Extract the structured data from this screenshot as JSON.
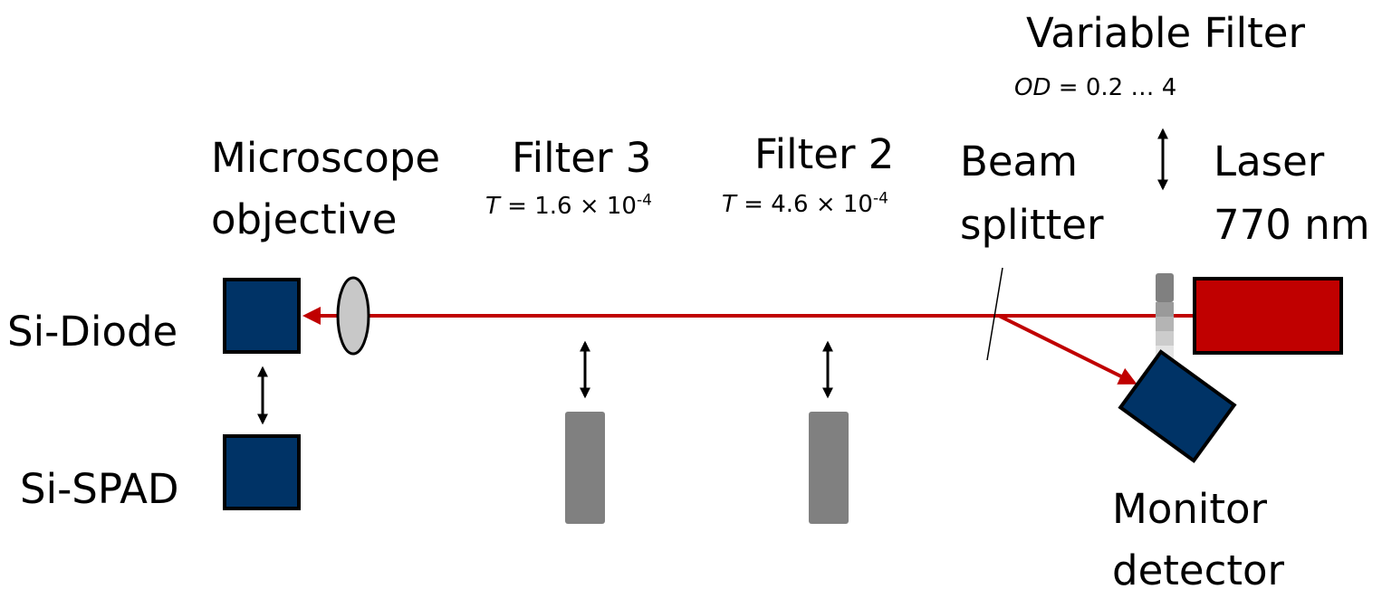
{
  "labels": {
    "variable_filter": "Variable Filter",
    "od_symbol": "OD",
    "od_value": " = 0.2 … 4",
    "microscope_line1": "Microscope",
    "microscope_line2": "objective",
    "filter3": "Filter 3",
    "filter3_t_symbol": "T",
    "filter3_t_value": " = 1.6 × 10",
    "filter3_t_exp": "-4",
    "filter2": "Filter 2",
    "filter2_t_symbol": "T",
    "filter2_t_value": " = 4.6 × 10",
    "filter2_t_exp": "-4",
    "beam_line1": "Beam",
    "beam_line2": "splitter",
    "laser_line1": "Laser",
    "laser_line2": "770 nm",
    "si_diode": "Si-Diode",
    "si_spad": "Si-SPAD",
    "monitor_line1": "Monitor",
    "monitor_line2": "detector"
  },
  "colors": {
    "detector_fill": "#003366",
    "laser_fill": "#c00000",
    "beam": "#c00000",
    "filter_gray": "#808080",
    "lens_fill": "#c8c8c8"
  }
}
